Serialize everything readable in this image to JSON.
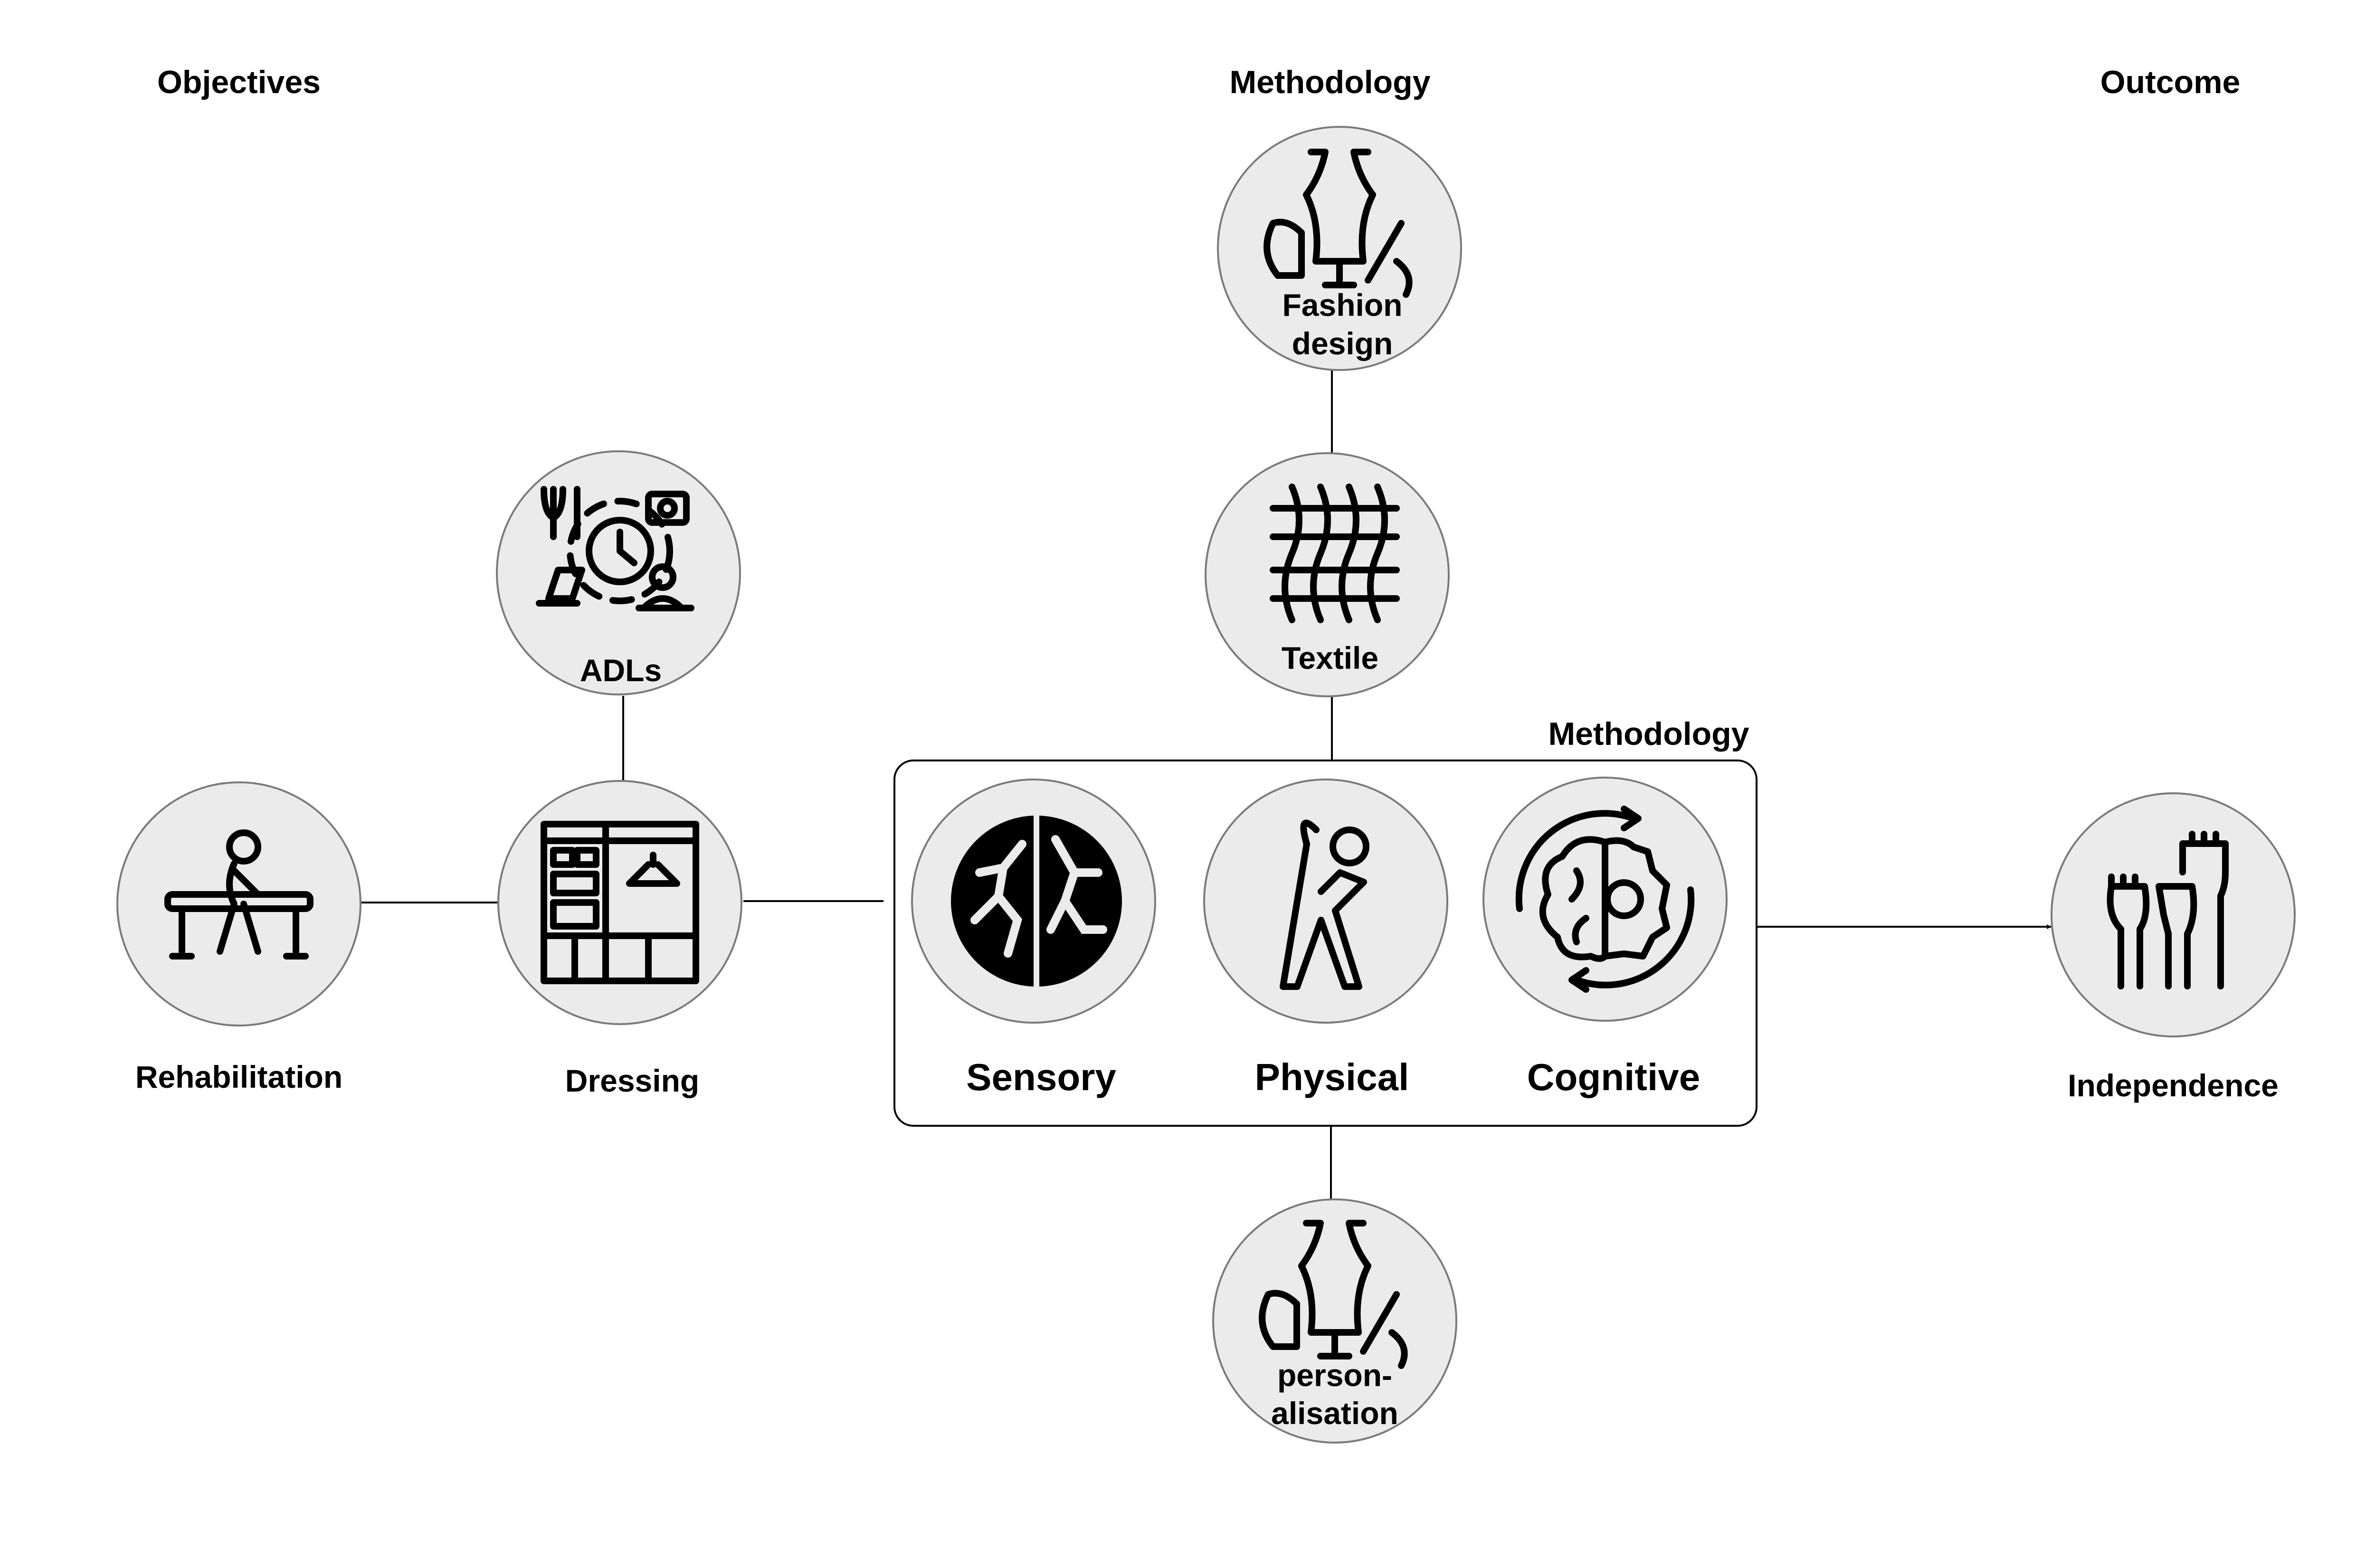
{
  "headers": {
    "objectives": "Objectives",
    "methodology": "Methodology",
    "outcome": "Outcome"
  },
  "box_label": "Methodology",
  "nodes": {
    "fashion": {
      "line1": "Fashion",
      "line2": "design",
      "icon": "dress-form-icon"
    },
    "textile": {
      "label": "Textile",
      "icon": "woven-fabric-icon"
    },
    "adls": {
      "label": "ADLs",
      "icon": "daily-activities-icon"
    },
    "rehabilitation": {
      "label": "Rehabilitation",
      "icon": "rehab-walking-bars-icon"
    },
    "dressing": {
      "label": "Dressing",
      "icon": "wardrobe-icon"
    },
    "sensory": {
      "label": "Sensory",
      "icon": "sensory-nerve-icon"
    },
    "physical": {
      "label": "Physical",
      "icon": "stretching-person-icon"
    },
    "cognitive": {
      "label": "Cognitive",
      "icon": "brain-gear-icon"
    },
    "personalisation": {
      "line1": "person-",
      "line2": "alisation",
      "icon": "dress-form-icon"
    },
    "independence": {
      "label": "Independence",
      "icon": "raised-fists-icon"
    }
  },
  "colors": {
    "node_fill": "#ebebeb",
    "node_stroke": "#7a7a7a"
  }
}
